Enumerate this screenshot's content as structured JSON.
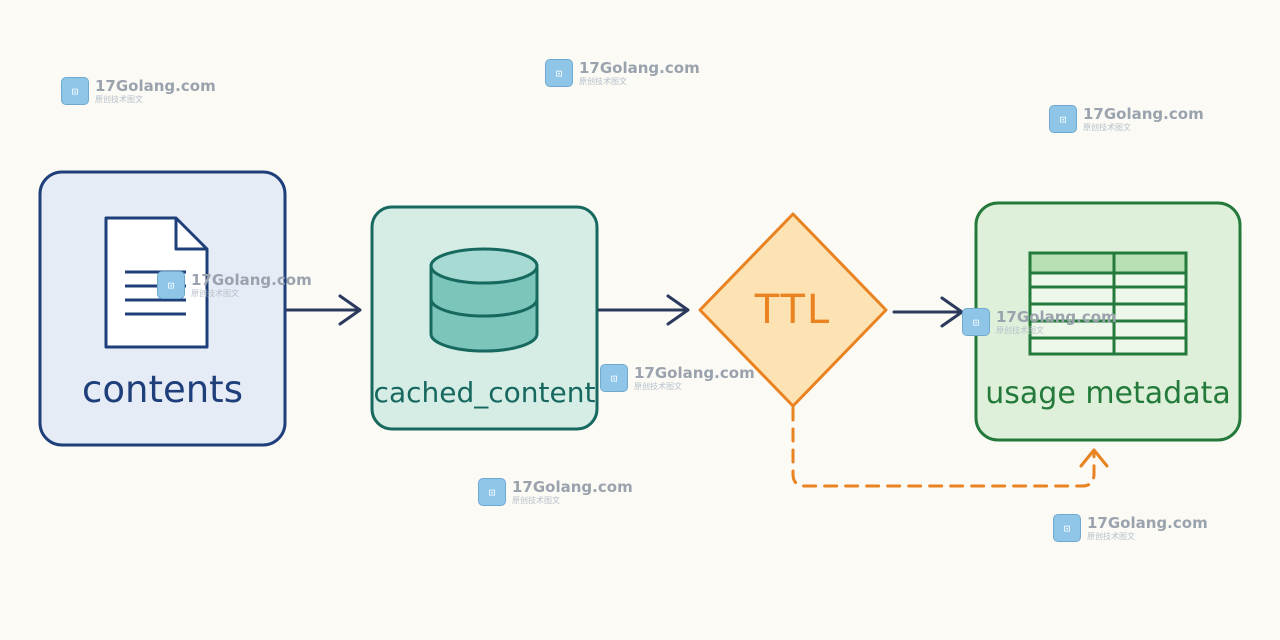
{
  "nodes": {
    "contents": {
      "label": "contents",
      "icon": "document-icon",
      "color": "#1f3f7a",
      "fill": "#e5ecf6"
    },
    "cached_content": {
      "label": "cached_content",
      "icon": "database-icon",
      "color": "#17695f",
      "fill": "#d6ede6"
    },
    "ttl": {
      "label": "TTL",
      "shape": "diamond",
      "color": "#e98220",
      "fill": "#fde3b3"
    },
    "usage_metadata": {
      "label": "usage metadata",
      "icon": "table-icon",
      "color": "#237a3a",
      "fill": "#dff0da"
    }
  },
  "edges": [
    {
      "from": "contents",
      "to": "cached_content",
      "style": "solid"
    },
    {
      "from": "cached_content",
      "to": "ttl",
      "style": "solid"
    },
    {
      "from": "ttl",
      "to": "usage_metadata",
      "style": "solid"
    },
    {
      "from": "ttl",
      "to": "usage_metadata",
      "style": "dashed"
    }
  ],
  "watermark": {
    "site": "17Golang.com",
    "subtitle": "原创技术图文",
    "logo": "17golang-logo-icon"
  }
}
